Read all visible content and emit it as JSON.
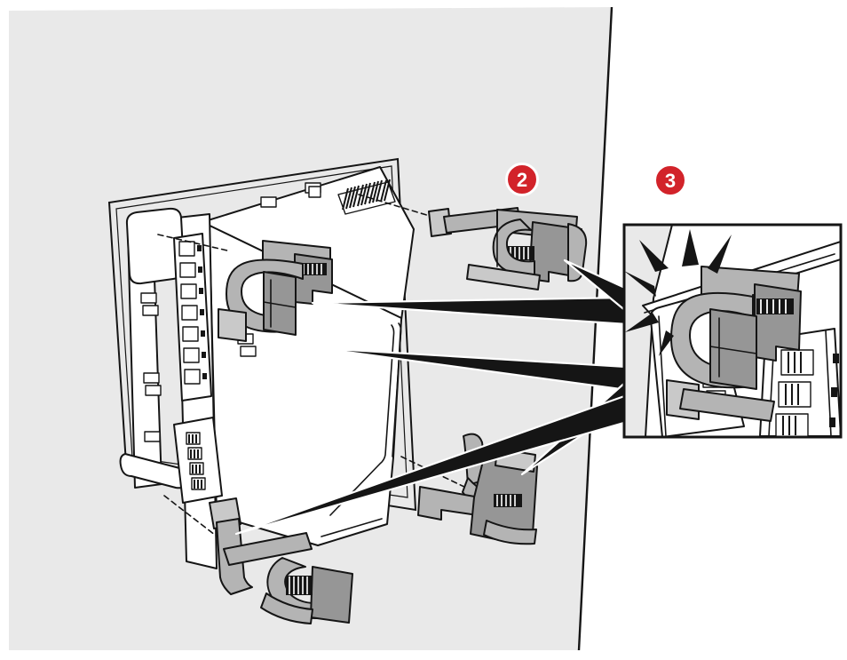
{
  "diagram": {
    "kind": "installation-step-illustration",
    "badges": [
      {
        "label": "2"
      },
      {
        "label": "3"
      }
    ],
    "parts": [
      "wall-panel",
      "panel-cutout",
      "meter-rear-view",
      "retaining-clip-installed",
      "retaining-clip-floating-top",
      "retaining-clip-floating-right",
      "retaining-clip-floating-bottom-left",
      "zoom-beams",
      "detail-inset",
      "click-emphasis-marks"
    ],
    "colors": {
      "panel": "#e9e9e9",
      "line": "#151515",
      "clip": "#b4b4b4",
      "clip_dark": "#969696",
      "clip_darker": "#7f7f7f",
      "clip_light": "#c9c9c9",
      "badge": "#d2232a",
      "white": "#ffffff"
    }
  }
}
